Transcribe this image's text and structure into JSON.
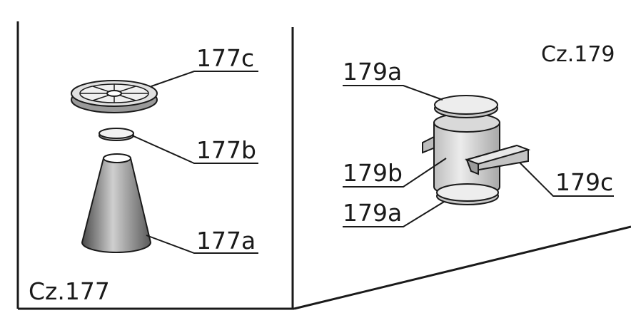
{
  "left_panel": {
    "part_label": "Cz.177",
    "callouts": {
      "c": "177c",
      "b": "177b",
      "a": "177a"
    }
  },
  "right_panel": {
    "part_label": "Cz.179",
    "callouts": {
      "a_top": "179a",
      "b": "179b",
      "a_bottom": "179a",
      "c": "179c"
    }
  },
  "colors": {
    "ink": "#1a1a1a",
    "cone_dark": "#555555",
    "cone_light": "#d4d4d4",
    "disc": "#e6e6e6"
  }
}
